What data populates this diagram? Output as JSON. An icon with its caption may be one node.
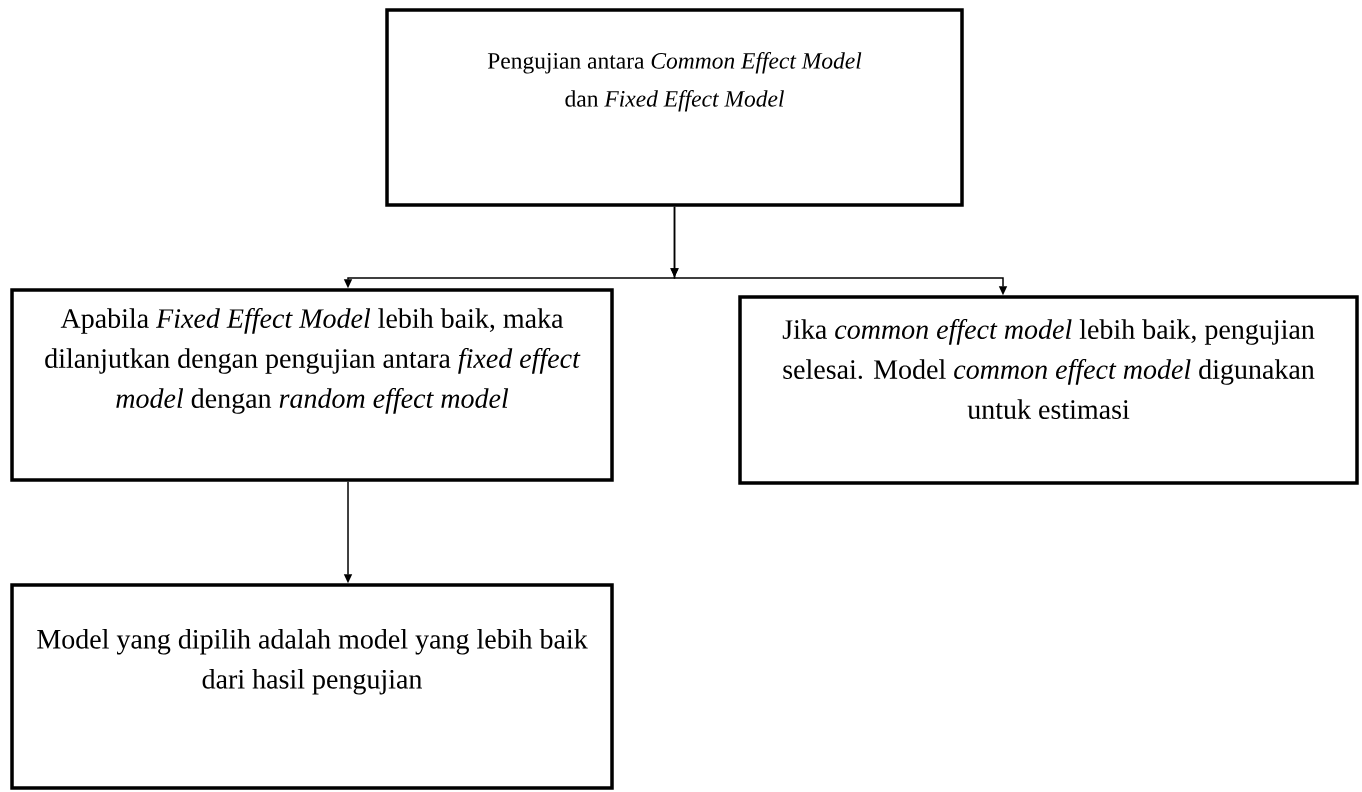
{
  "diagram": {
    "nodes": [
      {
        "text": [
          "Pengujian antara *Common Effect Model* dan *Fixed Effect Model*"
        ]
      },
      {
        "text": [
          "Apabila *Fixed Effect Model* lebih baik, maka dilanjutkan dengan pengujian antara *fixed effect model* dengan *random effect model*"
        ]
      },
      {
        "text": [
          "Jika *common effect model* lebih baik, pengujian selesai. Model *common effect model* digunakan untuk estimasi"
        ]
      },
      {
        "text": [
          "Model yang dipilih adalah model yang lebih baik dari hasil pengujian"
        ]
      }
    ],
    "edges": [
      {
        "from": 0,
        "to": 1,
        "arrow": "to"
      },
      {
        "from": 0,
        "to": 2,
        "arrow": "to"
      },
      {
        "from": 1,
        "to": 3,
        "arrow": "to"
      }
    ]
  }
}
